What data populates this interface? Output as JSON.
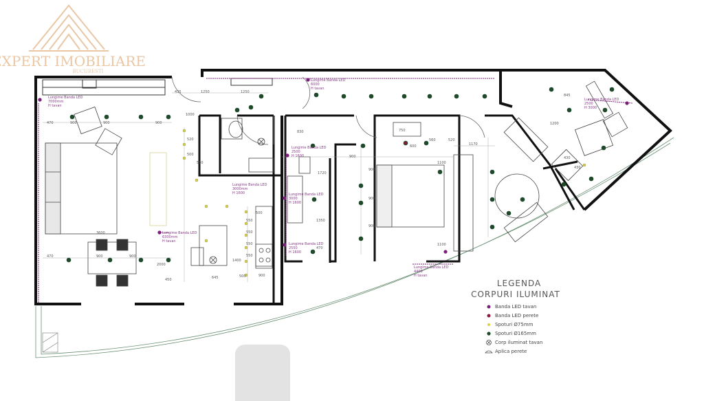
{
  "watermark": {
    "brand": "EXPERT IMOBILIARE",
    "sub": "BUCURESTI"
  },
  "colors": {
    "wall": "#111111",
    "led_ceiling": "#7a1f7a",
    "led_wall": "#8a1a3a",
    "spot_small": "#d7d04a",
    "spot_large": "#1f4a2a",
    "watermark": "#e9c7a4",
    "glazing": "#6a8f73"
  },
  "annotations": [
    {
      "id": "a1",
      "lines": [
        "Lungime Banda LED",
        "7000mm",
        "H tavan"
      ]
    },
    {
      "id": "a2",
      "lines": [
        "Lungime Banda LED",
        "6000",
        "H tavan"
      ]
    },
    {
      "id": "a3",
      "lines": [
        "Lungime Banda LED",
        "2500",
        "H 1600"
      ]
    },
    {
      "id": "a4",
      "lines": [
        "Lungime Banda LED",
        "3000mm",
        "H 1600"
      ]
    },
    {
      "id": "a5",
      "lines": [
        "Lungime Banda LED",
        "3000",
        "H 1600"
      ]
    },
    {
      "id": "a6",
      "lines": [
        "Lungime Banda LED",
        "6300mm",
        "H tavan"
      ]
    },
    {
      "id": "a7",
      "lines": [
        "Lungime Banda LED",
        "2550",
        "H 1600"
      ]
    },
    {
      "id": "a8",
      "lines": [
        "Lungime Banda LED",
        "4400",
        "H tavan"
      ]
    },
    {
      "id": "a9",
      "lines": [
        "Lungime Banda LED",
        "2500",
        "H 3000"
      ]
    }
  ],
  "dimensions": [
    "435",
    "1250",
    "1250",
    "470",
    "900",
    "900",
    "900",
    "1000",
    "520",
    "500",
    "580",
    "3600",
    "470",
    "900",
    "900",
    "2000",
    "1400",
    "500",
    "900",
    "550",
    "550",
    "550",
    "550",
    "500",
    "1350",
    "1720",
    "900",
    "900",
    "900",
    "900",
    "830",
    "750",
    "600",
    "1170",
    "1100",
    "1100",
    "1200",
    "430",
    "430",
    "845",
    "470",
    "645",
    "560",
    "520",
    "450"
  ],
  "legend": {
    "title_1": "LEGENDA",
    "title_2": "CORPURI ILUMINAT",
    "items": [
      {
        "kind": "led_ceiling",
        "label": "Banda LED tavan"
      },
      {
        "kind": "led_wall",
        "label": "Banda LED perete"
      },
      {
        "kind": "spot_small",
        "label": "Spoturi Ø75mm"
      },
      {
        "kind": "spot_large",
        "label": "Spoturi Ø165mm"
      },
      {
        "kind": "ceiling_fixture",
        "label": "Corp iluminat tavan"
      },
      {
        "kind": "wall_sconce",
        "label": "Aplica perete"
      }
    ]
  }
}
